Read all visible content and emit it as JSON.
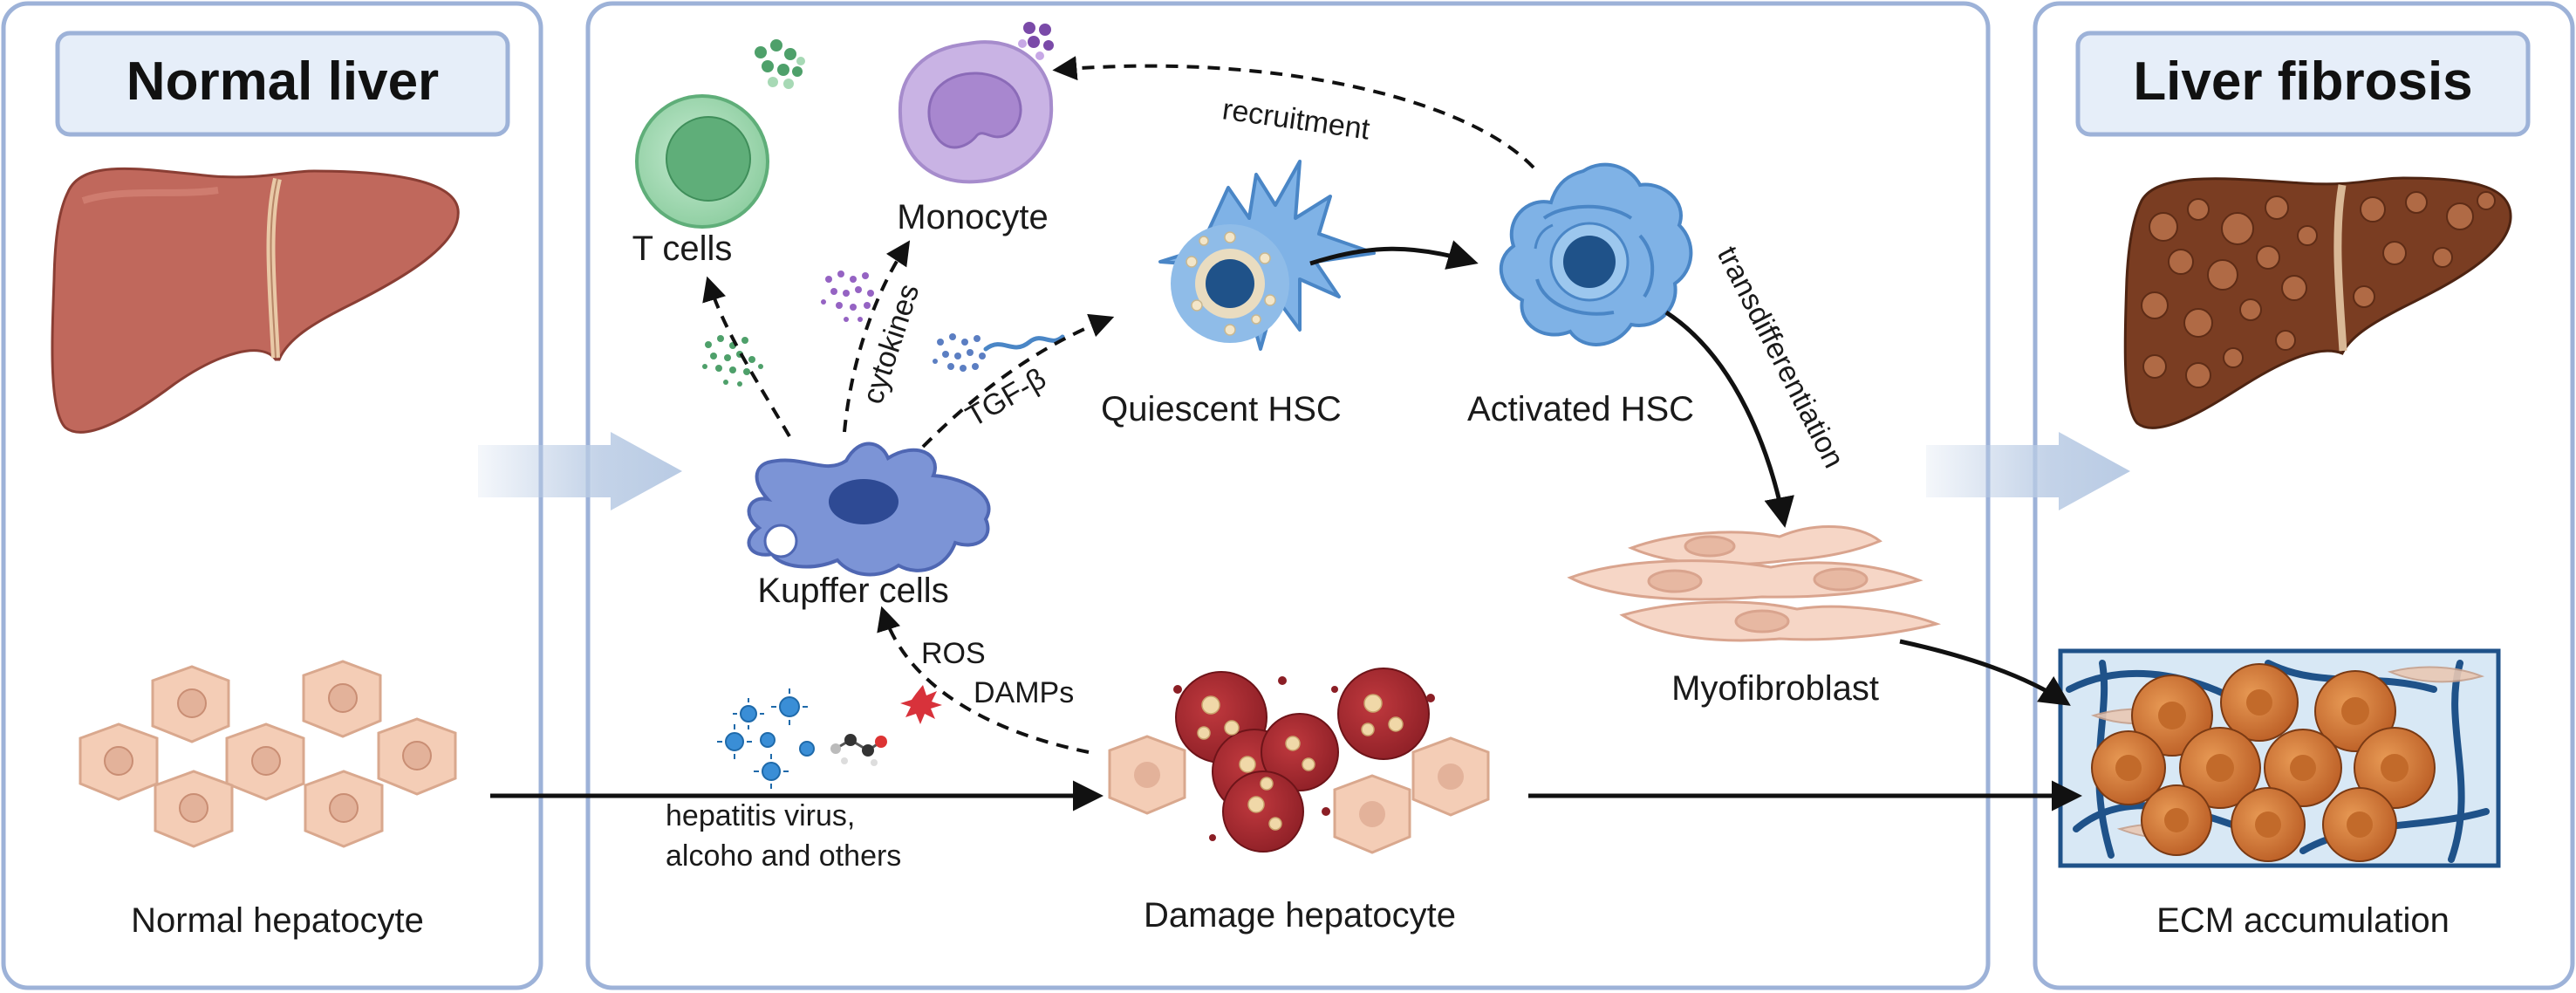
{
  "panels": {
    "left_title": "Normal liver",
    "right_title": "Liver fibrosis"
  },
  "labels": {
    "t_cells": "T cells",
    "monocyte": "Monocyte",
    "recruitment": "recruitment",
    "cytokines": "cytokines",
    "tgf_beta": "TGF-β",
    "quiescent_hsc": "Quiescent HSC",
    "activated_hsc": "Activated HSC",
    "transdifferentiation": "transdifferentiation",
    "kupffer_cells": "Kupffer cells",
    "myofibroblast": "Myofibroblast",
    "ros": "ROS",
    "damps": "DAMPs",
    "hepatitis_line1": "hepatitis virus,",
    "hepatitis_line2": "alcoho and others",
    "damage_hepatocyte": "Damage hepatocyte",
    "normal_hepatocyte": "Normal hepatocyte",
    "ecm_accumulation": "ECM accumulation"
  },
  "colors": {
    "panel_border": "#9db2d8",
    "title_box_fill": "#e6eef9",
    "liver_normal": "#c0685c",
    "liver_fibrotic": "#7a3d22",
    "hepatocyte": "#f4cdb6",
    "damaged_cell": "#a8282f",
    "kupffer": "#7c94d6",
    "hsc": "#5a93d1",
    "t_cell": "#9fd3ad",
    "monocyte": "#c9b3e4",
    "arrow_fill": "#b9cbe4"
  }
}
